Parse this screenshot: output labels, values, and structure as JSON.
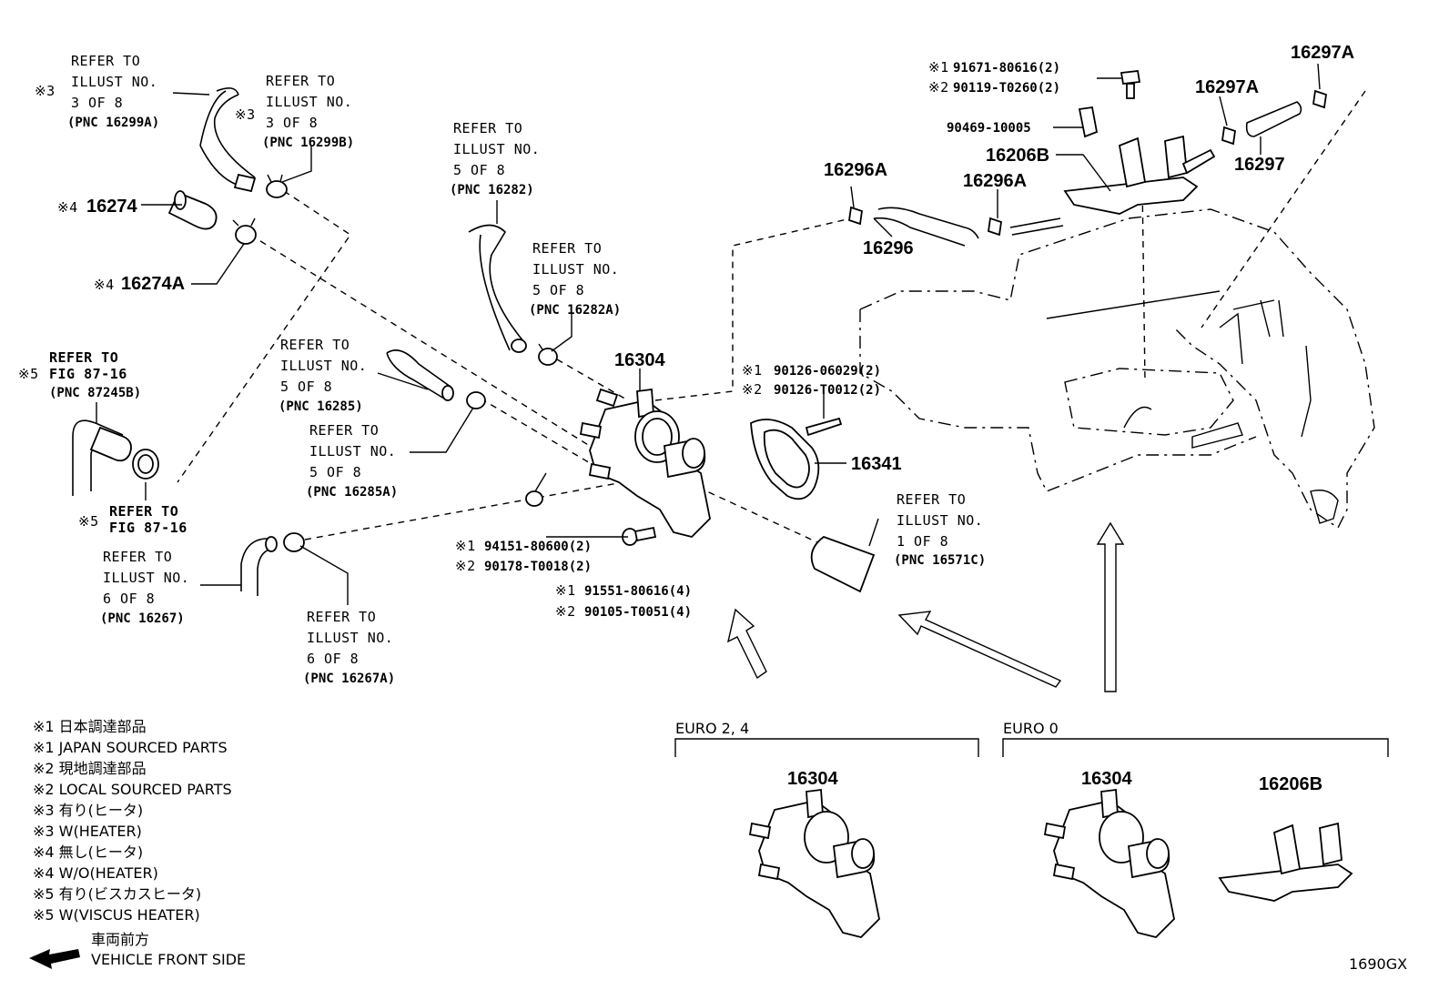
{
  "diagram_code": "1690GX",
  "refer_labels": [
    {
      "id": "r1",
      "mark": "※3",
      "lines": [
        "REFER TO",
        "ILLUST NO.",
        "3 OF 8"
      ],
      "pnc": "(PNC 16299A)"
    },
    {
      "id": "r2",
      "mark": "※3",
      "lines": [
        "REFER TO",
        "ILLUST NO.",
        "3 OF 8"
      ],
      "pnc": "(PNC 16299B)"
    },
    {
      "id": "r3",
      "mark": "",
      "lines": [
        "REFER TO",
        "ILLUST NO.",
        "5 OF 8"
      ],
      "pnc": "(PNC 16282)"
    },
    {
      "id": "r4",
      "mark": "",
      "lines": [
        "REFER TO",
        "ILLUST NO.",
        "5 OF 8"
      ],
      "pnc": "(PNC 16282A)"
    },
    {
      "id": "r5",
      "mark": "※5",
      "lines": [
        "REFER TO",
        "FIG 87-16"
      ],
      "pnc": "(PNC 87245B)"
    },
    {
      "id": "r6",
      "mark": "",
      "lines": [
        "REFER TO",
        "ILLUST NO.",
        "5 OF 8"
      ],
      "pnc": "(PNC 16285)"
    },
    {
      "id": "r7",
      "mark": "",
      "lines": [
        "REFER TO",
        "ILLUST NO.",
        "5 OF 8"
      ],
      "pnc": "(PNC 16285A)"
    },
    {
      "id": "r8",
      "mark": "※5",
      "lines": [
        "REFER TO",
        "FIG 87-16"
      ],
      "pnc": ""
    },
    {
      "id": "r9",
      "mark": "",
      "lines": [
        "REFER TO",
        "ILLUST NO.",
        "6 OF 8"
      ],
      "pnc": "(PNC 16267)"
    },
    {
      "id": "r10",
      "mark": "",
      "lines": [
        "REFER TO",
        "ILLUST NO.",
        "6 OF 8"
      ],
      "pnc": "(PNC 16267A)"
    },
    {
      "id": "r11",
      "mark": "",
      "lines": [
        "REFER TO",
        "ILLUST NO.",
        "1 OF 8"
      ],
      "pnc": "(PNC 16571C)"
    }
  ],
  "part_numbers": {
    "p16274": {
      "mark": "※4",
      "text": "16274"
    },
    "p16274A": {
      "mark": "※4",
      "text": "16274A"
    },
    "p16304": {
      "mark": "",
      "text": "16304"
    },
    "p16341": {
      "mark": "",
      "text": "16341"
    },
    "p16296A_1": {
      "mark": "",
      "text": "16296A"
    },
    "p16296A_2": {
      "mark": "",
      "text": "16296A"
    },
    "p16296": {
      "mark": "",
      "text": "16296"
    },
    "p16206B": {
      "mark": "",
      "text": "16206B"
    },
    "p16297A_1": {
      "mark": "",
      "text": "16297A"
    },
    "p16297A_2": {
      "mark": "",
      "text": "16297A"
    },
    "p16297": {
      "mark": "",
      "text": "16297"
    },
    "p90469": {
      "mark": "",
      "text": "90469-10005"
    }
  },
  "sourced_pairs": {
    "bolt_top": [
      {
        "mark": "※1",
        "text": "91671-80616(2)"
      },
      {
        "mark": "※2",
        "text": "90119-T0260(2)"
      }
    ],
    "stud": [
      {
        "mark": "※1",
        "text": "90126-06029(2)"
      },
      {
        "mark": "※2",
        "text": "90126-T0012(2)"
      }
    ],
    "nut": [
      {
        "mark": "※1",
        "text": "94151-80600(2)"
      },
      {
        "mark": "※2",
        "text": "90178-T0018(2)"
      }
    ],
    "bolt": [
      {
        "mark": "※1",
        "text": "91551-80616(4)"
      },
      {
        "mark": "※2",
        "text": "90105-T0051(4)"
      }
    ]
  },
  "variants": [
    {
      "title": "EURO 2, 4",
      "parts": [
        "16304"
      ]
    },
    {
      "title": "EURO 0",
      "parts": [
        "16304",
        "16206B"
      ]
    }
  ],
  "legend": [
    "※1 日本調達部品",
    "※1 JAPAN SOURCED PARTS",
    "※2 現地調達部品",
    "※2 LOCAL SOURCED PARTS",
    "※3 有り(ヒータ)",
    "※3 W(HEATER)",
    "※4 無し(ヒータ)",
    "※4 W/O(HEATER)",
    "※5 有り(ビスカスヒータ)",
    "※5 W(VISCUS HEATER)"
  ],
  "front": {
    "jp": "車両前方",
    "en": "VEHICLE FRONT SIDE",
    "icon": "arrow-left-icon"
  }
}
